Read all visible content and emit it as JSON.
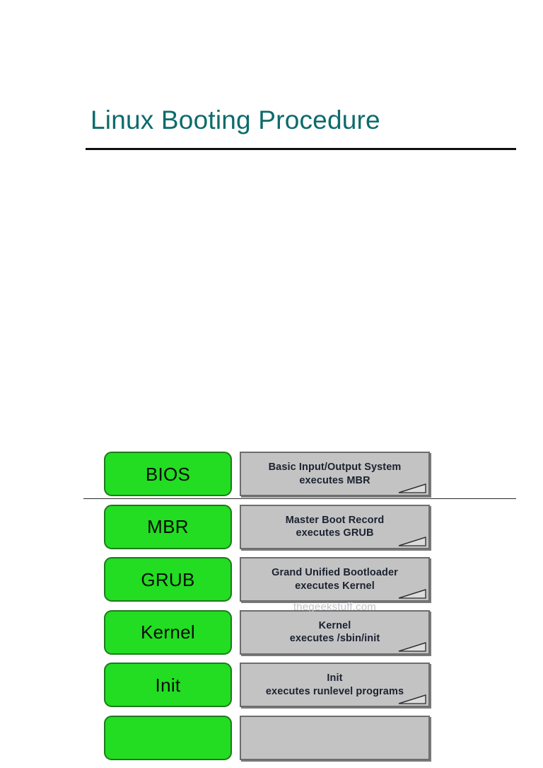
{
  "slide": {
    "title": "Linux Booting Procedure",
    "title_color": "#0d6b6b",
    "background_color": "#ffffff",
    "watermark": "thegeekstuff.com"
  },
  "diagram": {
    "type": "flow-stack",
    "stage_box_color": "#22dd22",
    "stage_box_border_color": "#1d7a1d",
    "note_box_color": "#c3c3c3",
    "note_box_border_color": "#6d6d6d",
    "note_text_color": "#1b2230",
    "rows": [
      {
        "stage": "BIOS",
        "description_line1": "Basic Input/Output System",
        "description_line2": "executes MBR"
      },
      {
        "stage": "MBR",
        "description_line1": "Master Boot Record",
        "description_line2": "executes GRUB"
      },
      {
        "stage": "GRUB",
        "description_line1": "Grand Unified Bootloader",
        "description_line2": "executes Kernel"
      },
      {
        "stage": "Kernel",
        "description_line1": "Kernel",
        "description_line2": "executes /sbin/init"
      },
      {
        "stage": "Init",
        "description_line1": "Init",
        "description_line2": "executes runlevel programs"
      },
      {
        "stage": "",
        "description_line1": "",
        "description_line2": ""
      }
    ]
  }
}
